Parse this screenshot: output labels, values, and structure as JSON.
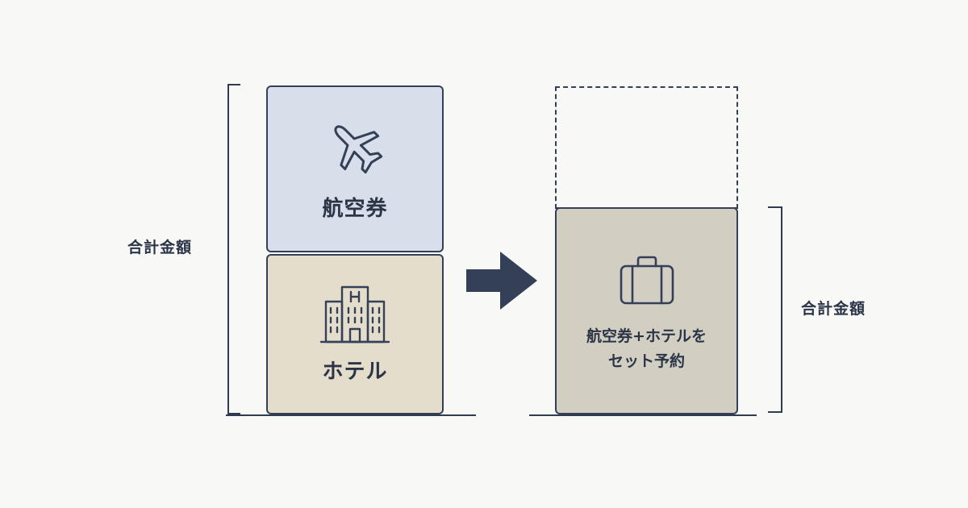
{
  "before": {
    "total_label": "合計金額",
    "flight": {
      "label": "航空券",
      "icon": "airplane-icon"
    },
    "hotel": {
      "label": "ホテル",
      "icon": "hotel-building-icon"
    }
  },
  "arrow": {
    "icon": "arrow-right-icon"
  },
  "after": {
    "total_label": "合計金額",
    "package": {
      "label_line1": "航空券+ホテルを",
      "label_line2": "セット予約",
      "icon": "suitcase-icon"
    }
  },
  "colors": {
    "ink": "#2f3b52",
    "flight_fill": "#d8dfea",
    "hotel_fill": "#e5ddcb",
    "package_fill": "#d2cec1"
  }
}
